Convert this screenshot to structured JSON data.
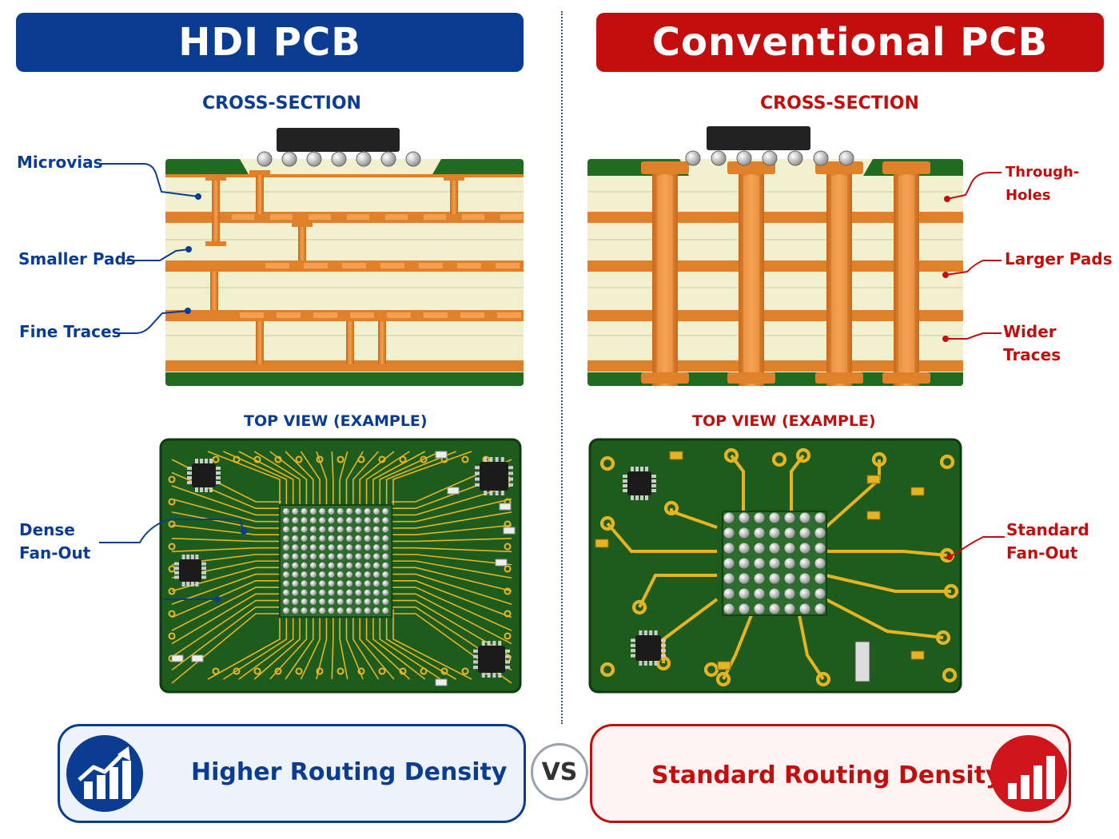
{
  "hdi": {
    "banner": "HDI PCB",
    "cross_section_title": "CROSS-SECTION",
    "top_view_title": "TOP VIEW (EXAMPLE)",
    "callouts": {
      "microvias": "Microvias",
      "smaller_pads": "Smaller Pads",
      "fine_traces": "Fine Traces",
      "dense_line1": "Dense",
      "dense_line2": "Fan-Out"
    },
    "summary": "Higher Routing Density"
  },
  "conventional": {
    "banner": "Conventional PCB",
    "cross_section_title": "CROSS-SECTION",
    "top_view_title": "TOP VIEW (EXAMPLE)",
    "callouts": {
      "through_holes": "Through-Holes",
      "larger_pads": "Larger Pads",
      "wider_traces": "Wider Traces",
      "standard_line1": "Standard",
      "standard_line2": "Fan-Out"
    },
    "summary": "Standard Routing Density"
  },
  "vs_label": "VS",
  "colors": {
    "hdi_blue": "#0a3d91",
    "conventional_red": "#c40e0e",
    "copper": "#e0812a",
    "substrate": "#f1f1d0",
    "solder_mask": "#1f6b1f",
    "pcb_green": "#1d5c1d",
    "trace_gold": "#e6b422"
  },
  "icons": {
    "hdi_summary": "rising-bar-chart-icon",
    "conventional_summary": "bar-chart-icon"
  }
}
